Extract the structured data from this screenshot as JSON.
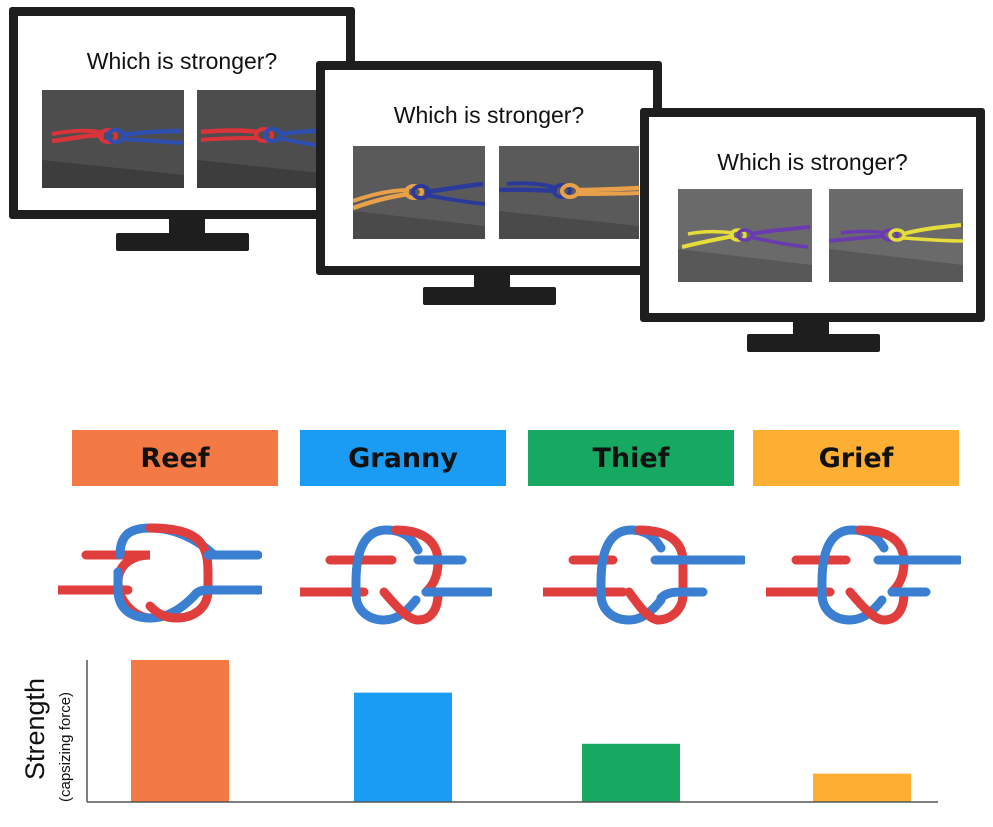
{
  "monitors": [
    {
      "question": "Which is stronger?",
      "rope_colors": [
        "#d9343a",
        "#2f4fb0"
      ]
    },
    {
      "question": "Which is stronger?",
      "rope_colors": [
        "#e8a04a",
        "#2b3a9a"
      ]
    },
    {
      "question": "Which is stronger?",
      "rope_colors": [
        "#e6dc3c",
        "#6a3bb0"
      ]
    }
  ],
  "knots": [
    {
      "label": "Reef",
      "color": "#f47a45"
    },
    {
      "label": "Granny",
      "color": "#1a9bf4"
    },
    {
      "label": "Thief",
      "color": "#17a862"
    },
    {
      "label": "Grief",
      "color": "#fcaf32"
    }
  ],
  "diagram_colors": {
    "red": "#e03d3d",
    "blue": "#3a7fd1"
  },
  "chart_data": {
    "type": "bar",
    "categories": [
      "Reef",
      "Granny",
      "Thief",
      "Grief"
    ],
    "values": [
      1.0,
      0.77,
      0.41,
      0.2
    ],
    "colors": [
      "#f47a45",
      "#1a9bf4",
      "#17a862",
      "#fcaf32"
    ],
    "ylabel": "Strength",
    "ylabel_sub": "(capsizing force)",
    "xlabel": "",
    "ylim": [
      0,
      1
    ],
    "grid": false,
    "legend": "none"
  }
}
